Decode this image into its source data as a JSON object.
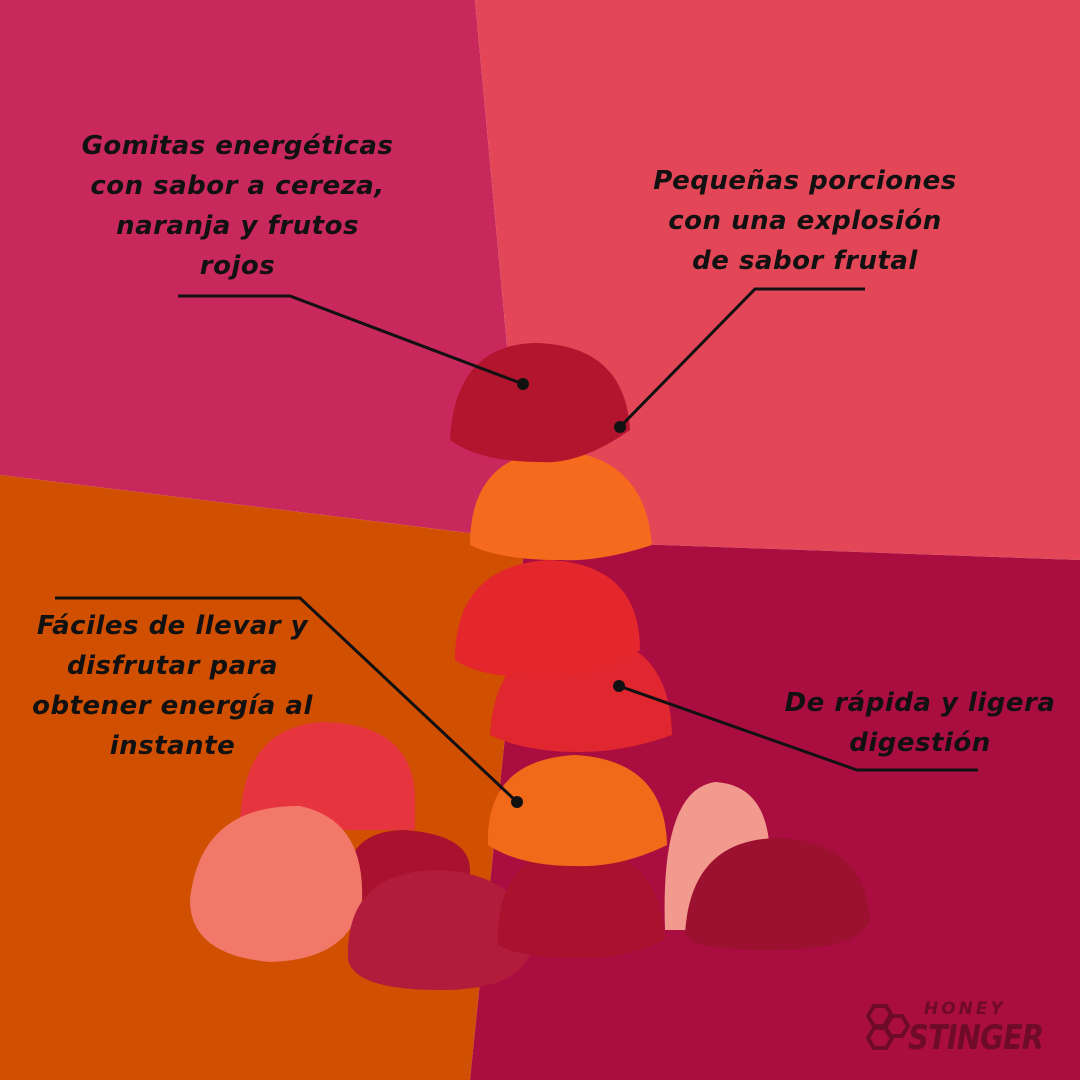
{
  "callouts": {
    "top_left": "Gomitas energéticas con sabor a cereza, naranja y frutos rojos",
    "top_right": "Pequeñas porciones con una explosión de sabor frutal",
    "bottom_left": "Fáciles de llevar y disfrutar para obtener energía al instante",
    "bottom_right": "De rápida y ligera digestión"
  },
  "brand": {
    "line1": "HONEY",
    "line2": "STINGER"
  },
  "colors": {
    "magenta": "#C8285C",
    "coral": "#E24657",
    "orange": "#D14F00",
    "crimson": "#AA0E40"
  }
}
